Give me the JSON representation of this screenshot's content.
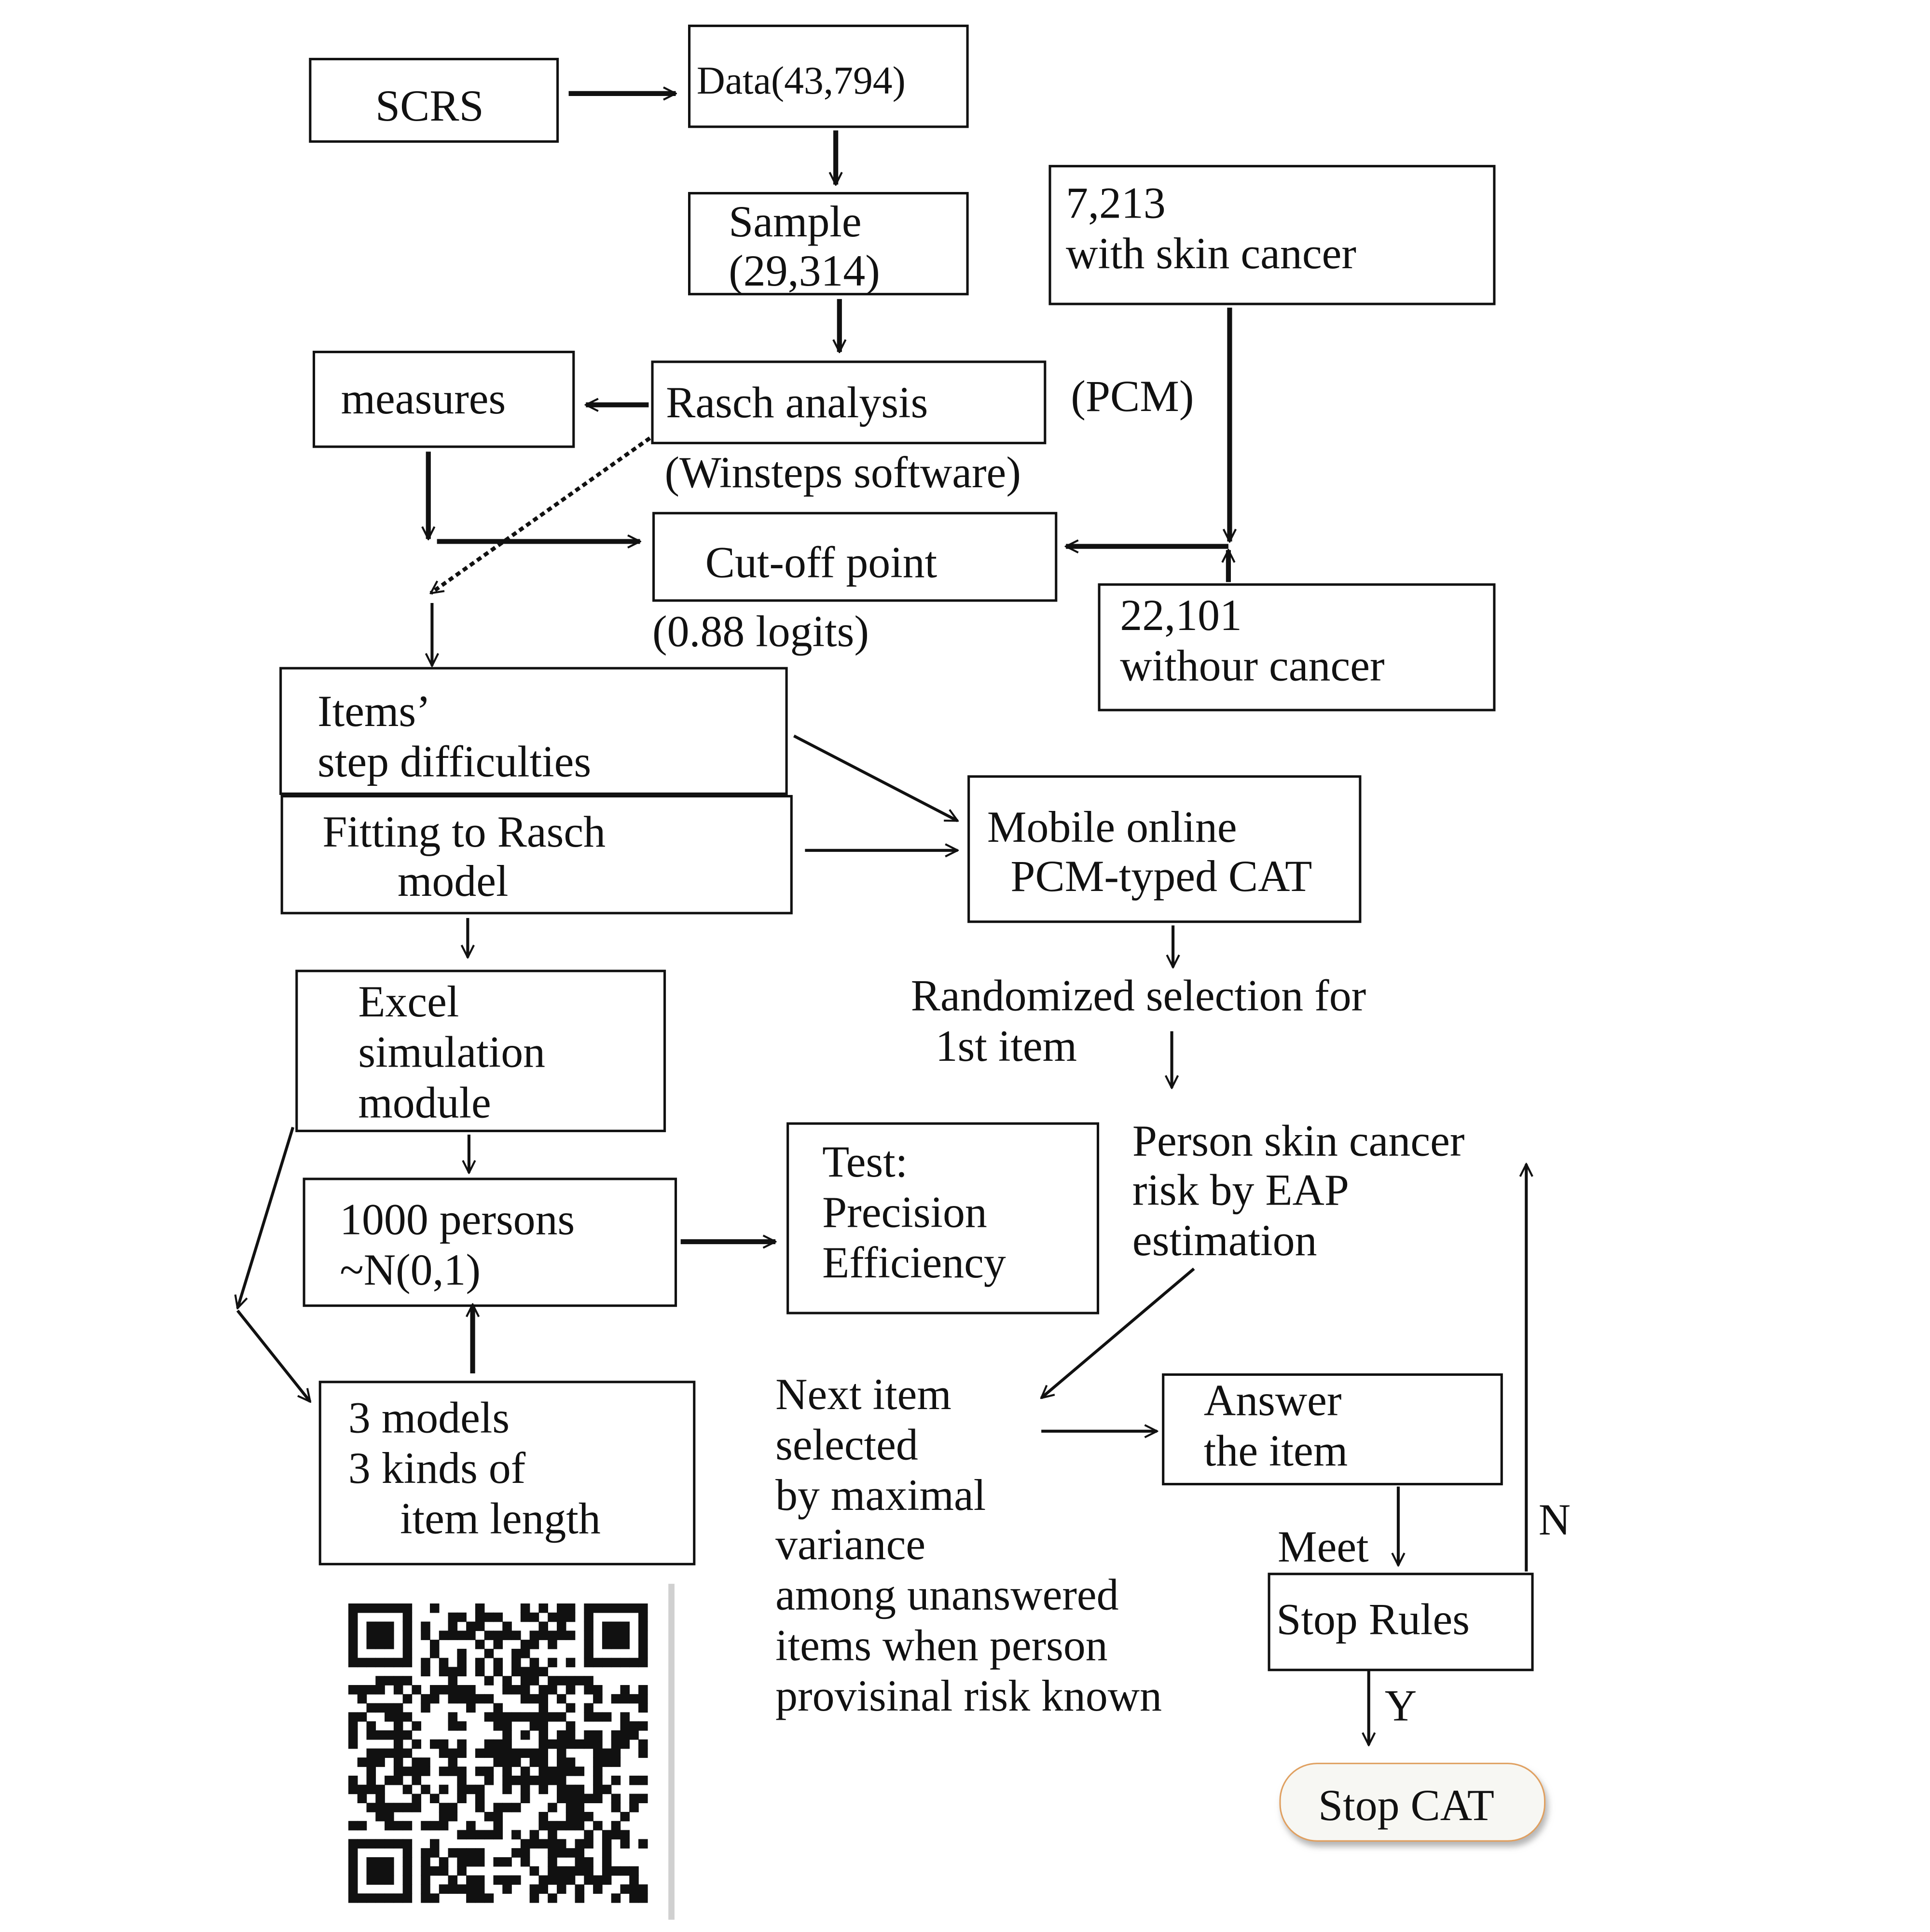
{
  "nodes": {
    "scrs": {
      "lines": [
        "SCRS"
      ]
    },
    "data": {
      "lines": [
        "Data(43,794)"
      ]
    },
    "sample": {
      "lines": [
        "Sample",
        "(29,314)"
      ]
    },
    "with_cancer": {
      "lines": [
        "7,213",
        "with skin cancer"
      ]
    },
    "rasch": {
      "lines": [
        "Rasch analysis"
      ]
    },
    "measures": {
      "lines": [
        "measures"
      ]
    },
    "cutoff": {
      "lines": [
        "Cut-off point"
      ]
    },
    "without_cancer": {
      "lines": [
        "22,101",
        "withour cancer"
      ]
    },
    "items_step": {
      "lines": [
        "Items’",
        "step difficulties"
      ]
    },
    "fitting": {
      "lines": [
        "Fitting to Rasch",
        "model"
      ]
    },
    "mobile_cat": {
      "lines": [
        "Mobile online",
        "PCM-typed CAT"
      ]
    },
    "excel": {
      "lines": [
        "Excel",
        "simulation",
        "module"
      ]
    },
    "persons": {
      "lines": [
        "1000 persons",
        "~N(0,1)"
      ]
    },
    "test": {
      "lines": [
        "Test:",
        "Precision",
        "Efficiency"
      ]
    },
    "models": {
      "lines": [
        "3 models",
        "3 kinds of",
        "item length"
      ]
    },
    "answer": {
      "lines": [
        "Answer",
        "the item"
      ]
    },
    "stop_rules": {
      "lines": [
        "Stop Rules"
      ]
    },
    "stop_cat": {
      "lines": [
        "Stop CAT"
      ]
    }
  },
  "annotations": {
    "pcm": "(PCM)",
    "winsteps": "(Winsteps software)",
    "logits": "(0.88 logits)",
    "randomized": [
      "Randomized selection for",
      "1st item"
    ],
    "person_risk": [
      "Person skin cancer",
      "risk by EAP",
      "estimation"
    ],
    "next_item": [
      "Next item",
      "selected",
      "by maximal",
      "variance",
      "among unanswered",
      "items when person",
      "provisinal risk known"
    ],
    "meet": "Meet",
    "no": "N",
    "yes": "Y"
  },
  "qr_code": {
    "icon": "qr-code-icon",
    "modules": 33
  },
  "colors": {
    "line": "#111111",
    "stop_fill": "#f7f7f3",
    "stop_border": "#e0a060"
  }
}
